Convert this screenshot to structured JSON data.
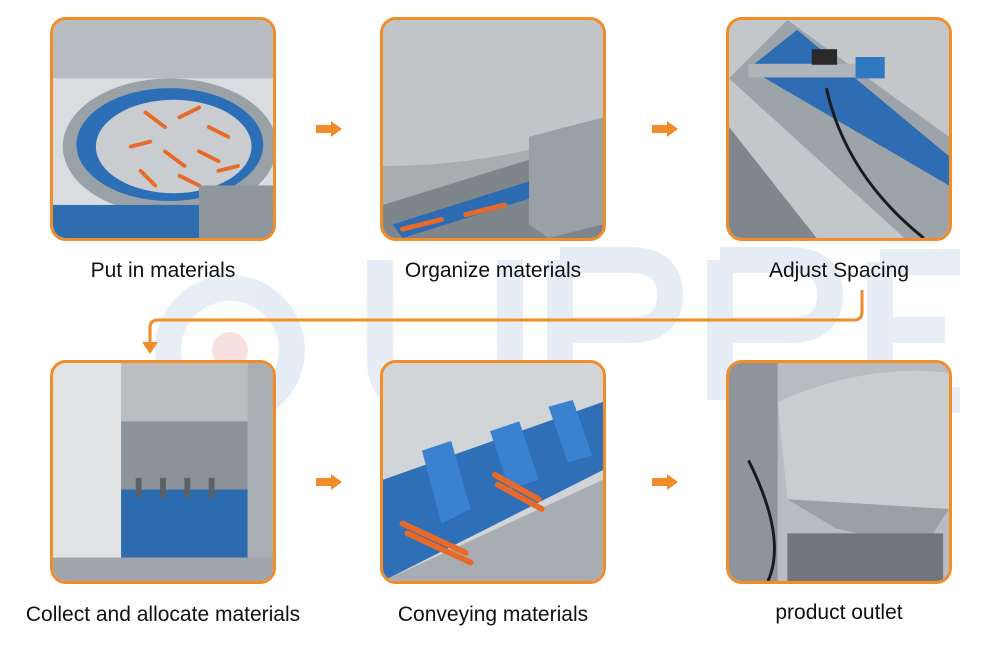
{
  "accent_color": "#f28c28",
  "watermark_color": "#dfe8f3",
  "steps": [
    {
      "label": "Put in materials",
      "image": "rotary-feeding-disc-with-sticks"
    },
    {
      "label": "Organize materials",
      "image": "guide-chute-with-sticks"
    },
    {
      "label": "Adjust Spacing",
      "image": "conveyor-with-sensor"
    },
    {
      "label": "Collect and allocate materials",
      "image": "collecting-hopper"
    },
    {
      "label": "Conveying materials",
      "image": "bucket-conveyor-with-sticks"
    },
    {
      "label": "product outlet",
      "image": "output-drum"
    }
  ],
  "arrows": [
    "arrow-right-icon",
    "arrow-right-icon",
    "arrow-down-icon",
    "arrow-right-icon",
    "arrow-right-icon"
  ]
}
